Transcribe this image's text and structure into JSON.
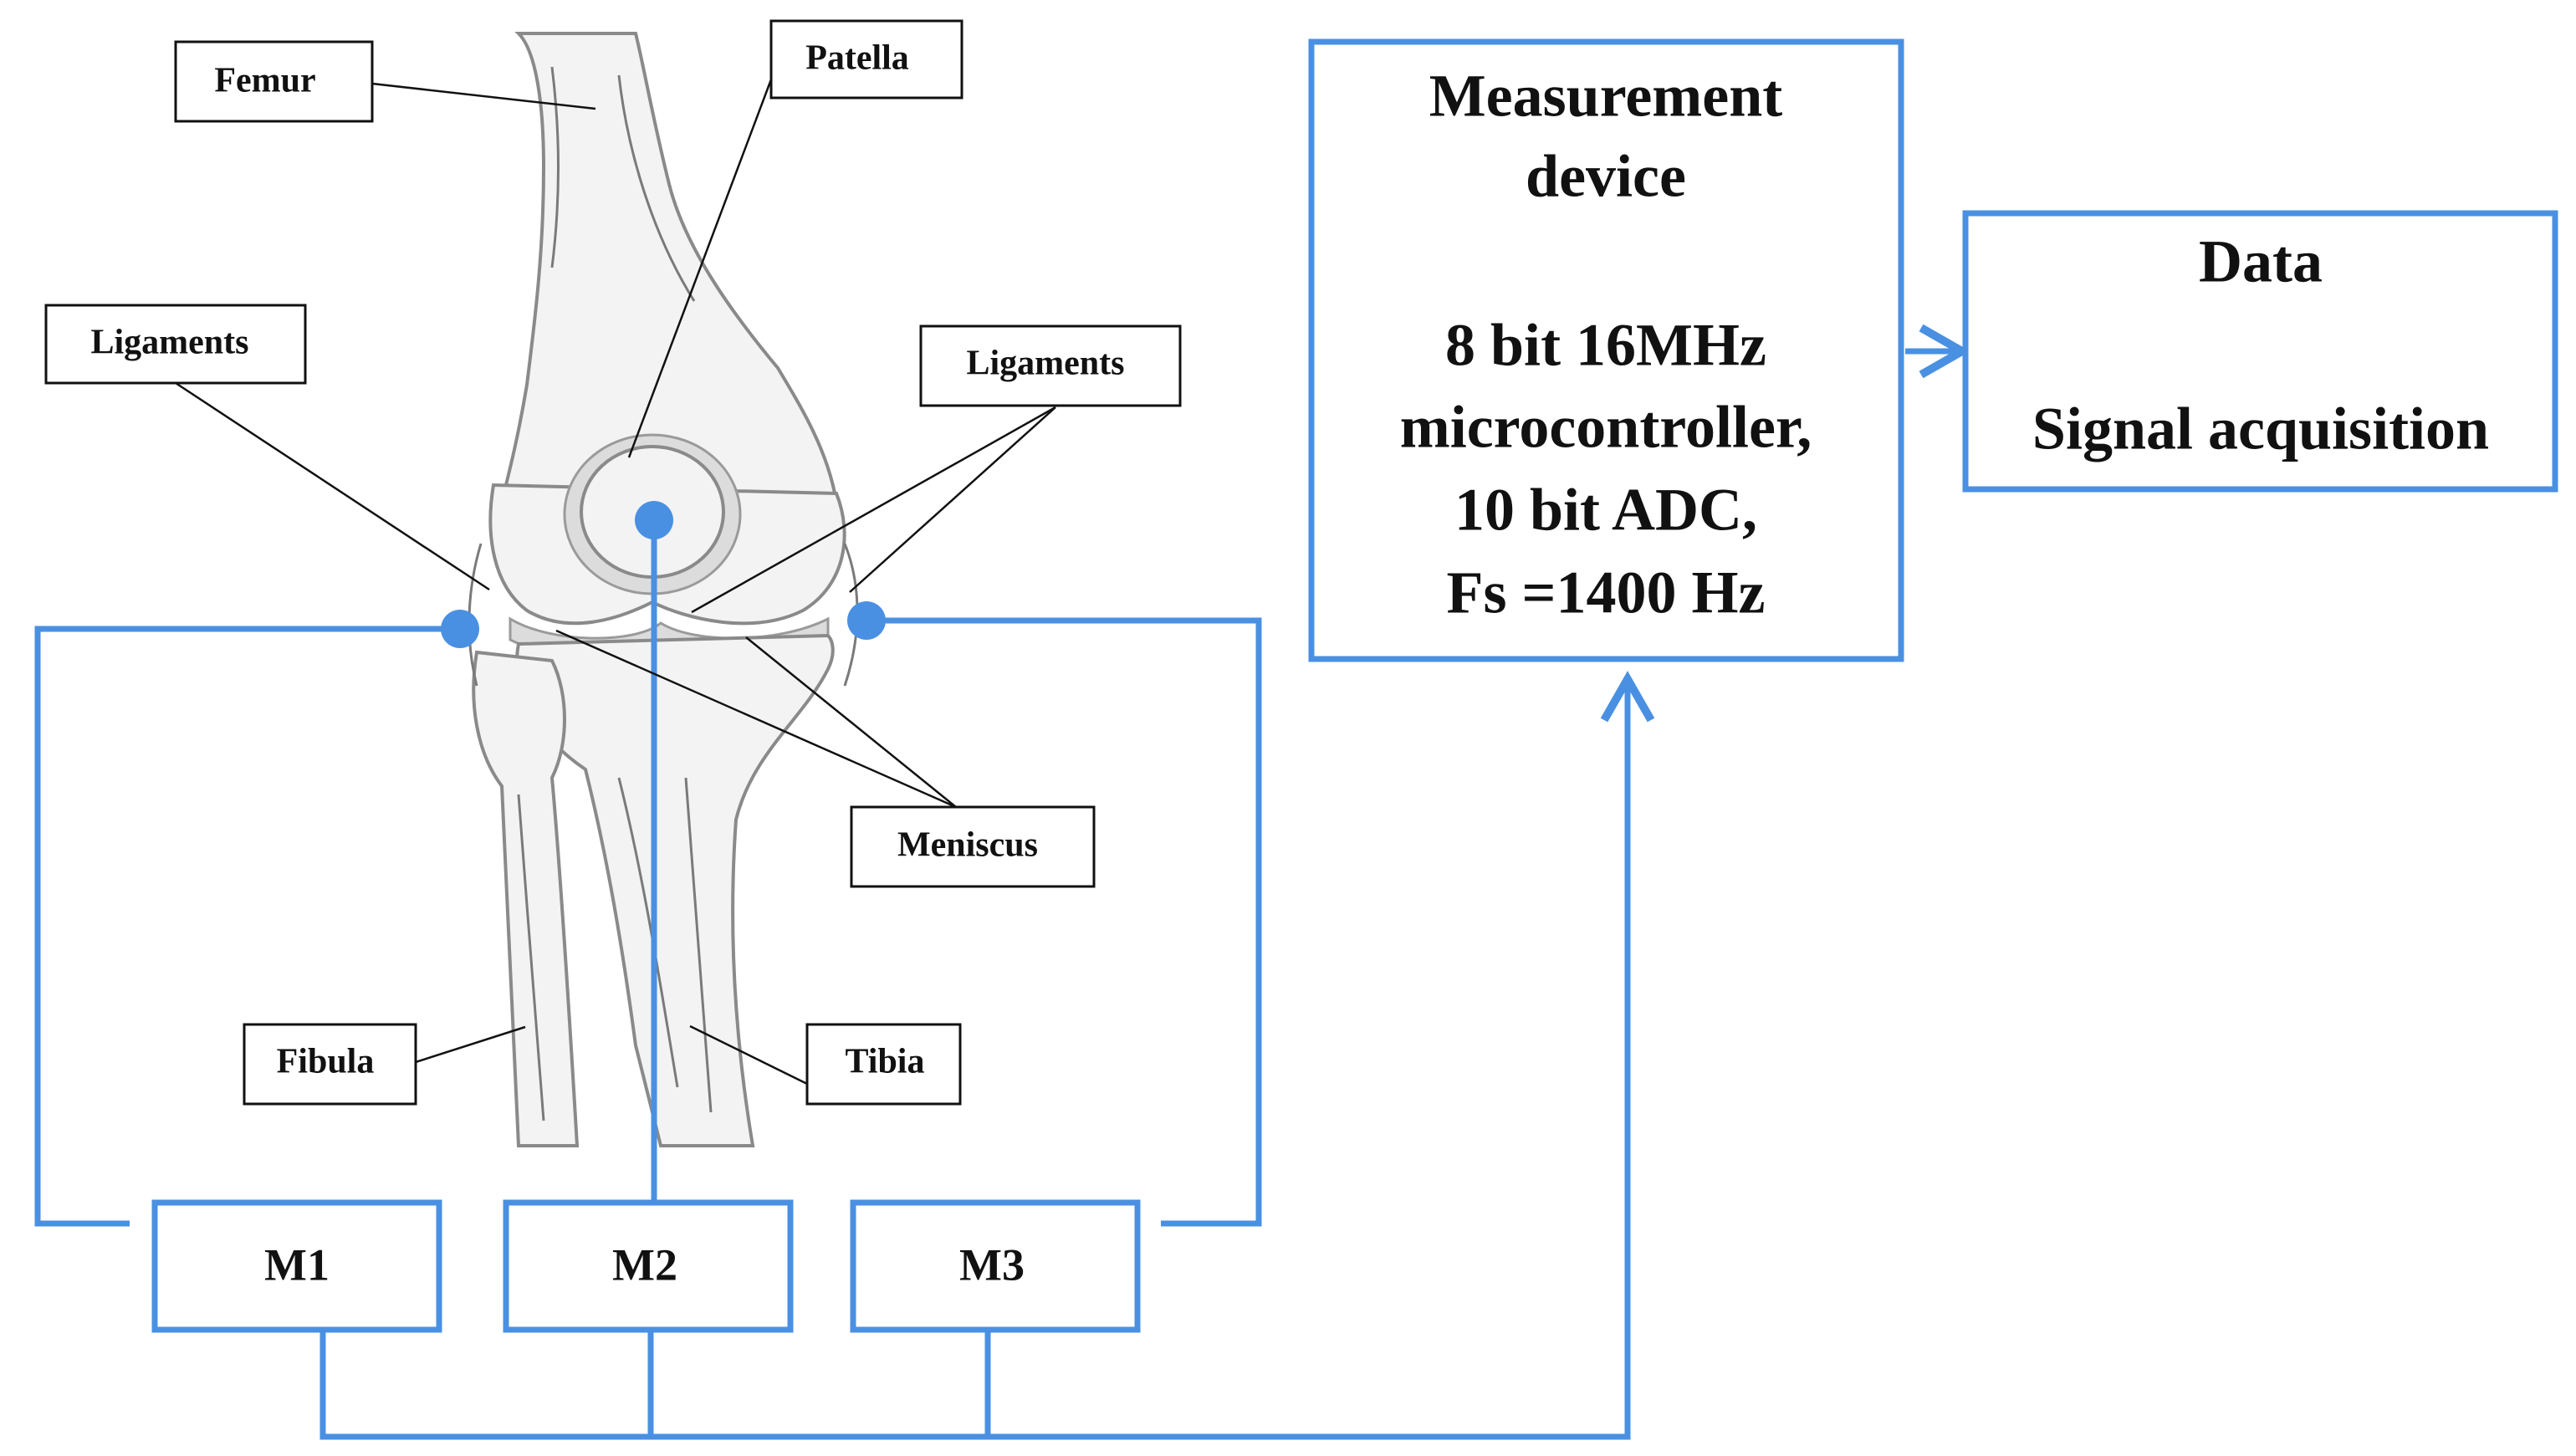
{
  "anatomy_labels": {
    "femur": "Femur",
    "patella": "Patella",
    "ligaments_left": "Ligaments",
    "ligaments_right": "Ligaments",
    "meniscus": "Meniscus",
    "fibula": "Fibula",
    "tibia": "Tibia"
  },
  "microphones": {
    "m1": "M1",
    "m2": "M2",
    "m3": "M3"
  },
  "measurement_device": {
    "line1": "Measurement",
    "line2": "device",
    "line3": "8 bit 16MHz",
    "line4": "microcontroller,",
    "line5": "10 bit ADC,",
    "line6": "Fs =1400 Hz"
  },
  "data_box": {
    "line1": "Data",
    "line2": "Signal acquisition"
  },
  "colors": {
    "wire": "#4a90e2",
    "label_border": "#111111"
  }
}
